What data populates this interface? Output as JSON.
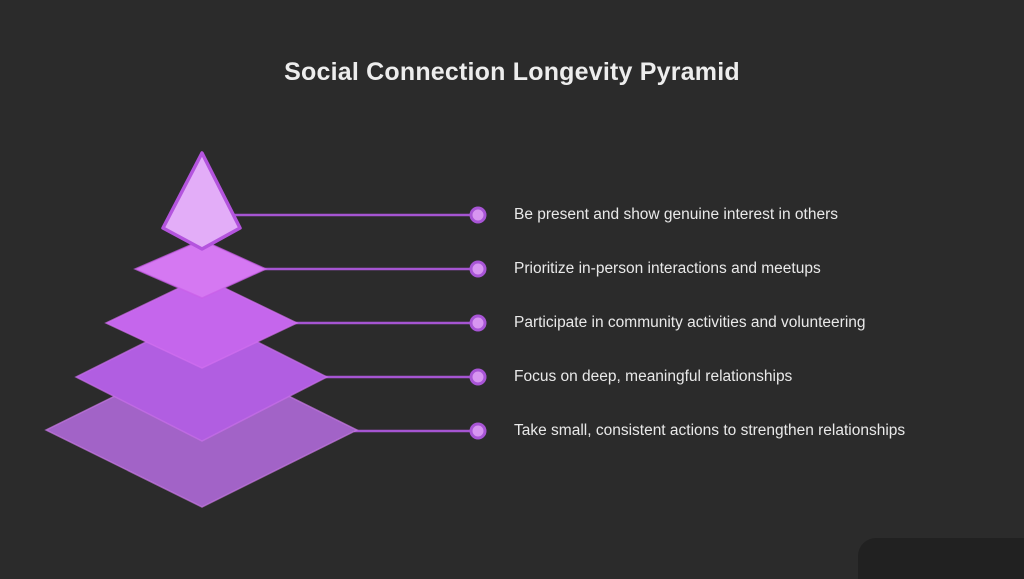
{
  "title": "Social Connection Longevity Pyramid",
  "colors": {
    "background": "#2b2b2b",
    "title_text": "#ededed",
    "label_text": "#e9e9e9",
    "connector_line": "#a555d2",
    "dot_fill": "#d795f1",
    "dot_ring": "#a855d6"
  },
  "levels": [
    {
      "rank": 1,
      "label": "Be present and show genuine interest in others",
      "fill": "#e3adf8",
      "edge": "#b454de"
    },
    {
      "rank": 2,
      "label": "Prioritize in-person interactions and meetups",
      "fill": "#d578f2",
      "edge": "#c95fe8"
    },
    {
      "rank": 3,
      "label": "Participate in community activities and volunteering",
      "fill": "#c566ec",
      "edge": "#d26ff0"
    },
    {
      "rank": 4,
      "label": "Focus on deep, meaningful relationships",
      "fill": "#b15ee1",
      "edge": "#c76fe8"
    },
    {
      "rank": 5,
      "label": "Take small, consistent actions to strengthen relationships",
      "fill": "#a263c7",
      "edge": "#c779e4"
    }
  ]
}
